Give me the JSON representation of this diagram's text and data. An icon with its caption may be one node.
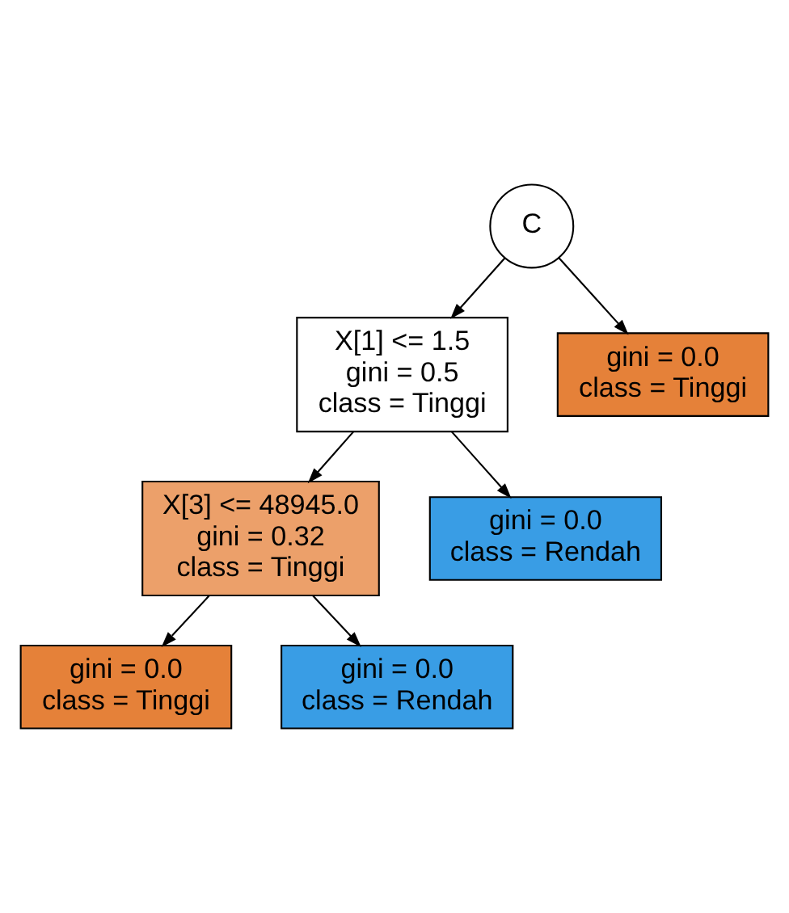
{
  "diagram": {
    "nodes": [
      {
        "text": [
          "C"
        ]
      },
      {
        "text": [
          "X[1] <= 1.5",
          "gini = 0.5",
          "class = Tinggi"
        ]
      },
      {
        "text": [
          "gini = 0.0",
          "class = Tinggi"
        ]
      },
      {
        "text": [
          "X[3] <= 48945.0",
          "gini = 0.32",
          "class = Tinggi"
        ]
      },
      {
        "text": [
          "gini = 0.0",
          "class = Rendah"
        ]
      },
      {
        "text": [
          "gini = 0.0",
          "class = Tinggi"
        ]
      },
      {
        "text": [
          "gini = 0.0",
          "class = Rendah"
        ]
      }
    ],
    "edges": [
      {
        "from": 0,
        "to": 1,
        "arrow": "to"
      },
      {
        "from": 0,
        "to": 2,
        "arrow": "to"
      },
      {
        "from": 1,
        "to": 3,
        "arrow": "to"
      },
      {
        "from": 1,
        "to": 4,
        "arrow": "to"
      },
      {
        "from": 3,
        "to": 5,
        "arrow": "to"
      },
      {
        "from": 3,
        "to": 6,
        "arrow": "to"
      }
    ]
  }
}
